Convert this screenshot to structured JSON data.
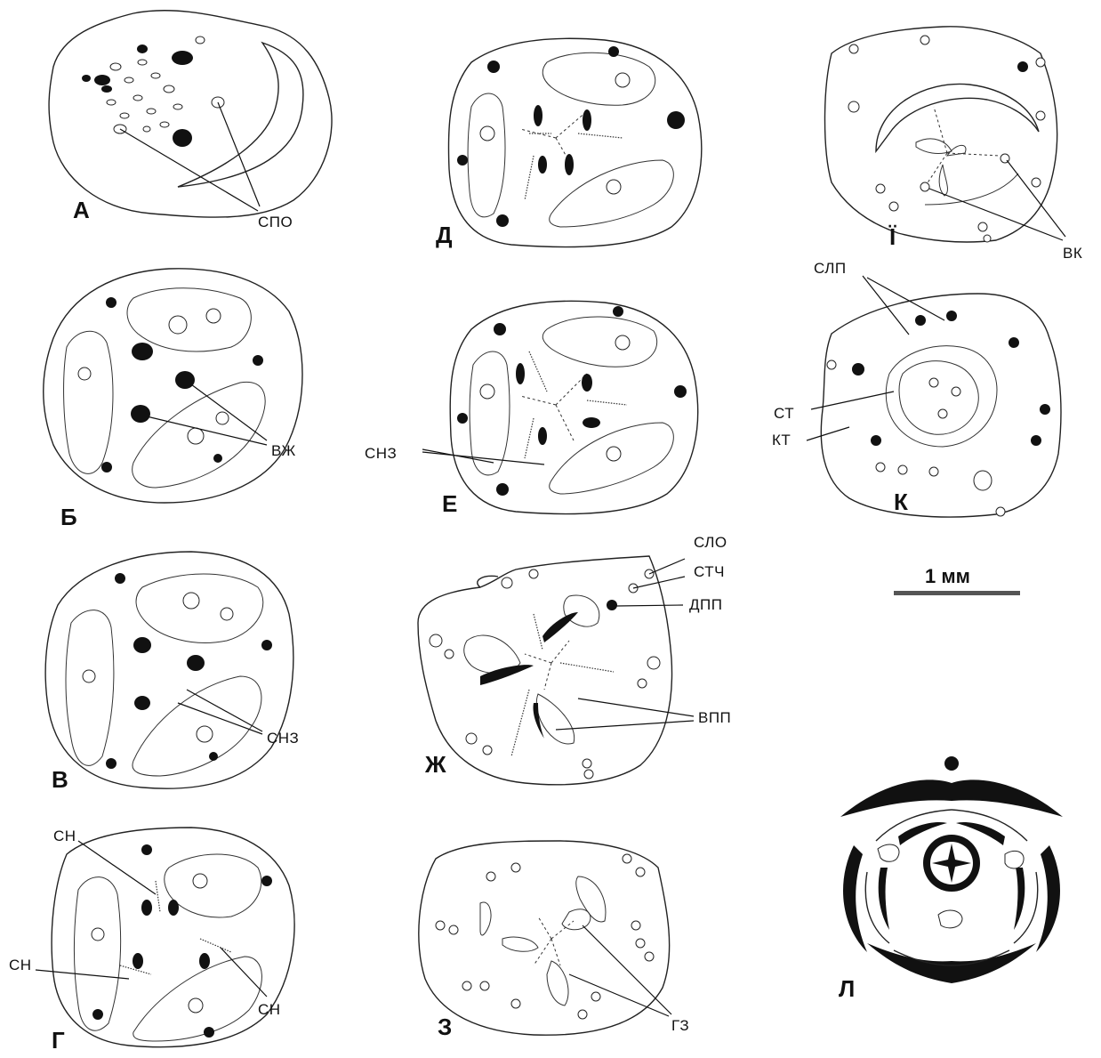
{
  "panels": {
    "a": "А",
    "b": "Б",
    "v": "В",
    "g": "Г",
    "d": "Д",
    "e": "Е",
    "zh": "Ж",
    "z": "З",
    "yi": "Ї",
    "k": "К",
    "l": "Л"
  },
  "labels": {
    "spo": "СПО",
    "vzh": "ВЖ",
    "snz_v": "СНЗ",
    "snz_e": "СНЗ",
    "sn_1": "СН",
    "sn_2": "СН",
    "sn_3": "СН",
    "slo": "СЛО",
    "stch": "СТЧ",
    "dpp": "ДПП",
    "vpp": "ВПП",
    "gz": "ГЗ",
    "vk": "ВК",
    "slp": "СЛП",
    "st": "СТ",
    "kt": "КТ"
  },
  "scale_bar": {
    "label": "1 мм"
  }
}
